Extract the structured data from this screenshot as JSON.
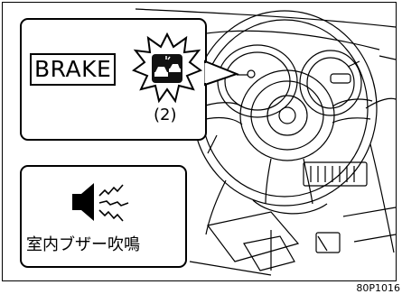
{
  "callout_brake": {
    "label": "BRAKE",
    "reference_number": "(2)",
    "icon": "collision-warning-icon"
  },
  "callout_buzzer": {
    "label": "室内ブザー吹鳴",
    "icon": "speaker-sound-icon"
  },
  "figure_code": "80P1016",
  "illustration": "steering-wheel-instrument-cluster-illustration"
}
